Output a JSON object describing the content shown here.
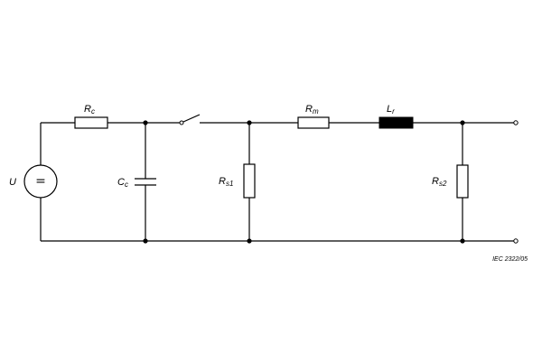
{
  "labels": {
    "source": {
      "main": "U"
    },
    "rc": {
      "main": "R",
      "sub": "c"
    },
    "cc": {
      "main": "C",
      "sub": "c"
    },
    "rs1": {
      "main": "R",
      "sub": "s1"
    },
    "rm": {
      "main": "R",
      "sub": "m"
    },
    "lr": {
      "main": "L",
      "sub": "r"
    },
    "rs2": {
      "main": "R",
      "sub": "s2"
    }
  },
  "source_symbol": "=",
  "caption": "IEC  2322/05"
}
